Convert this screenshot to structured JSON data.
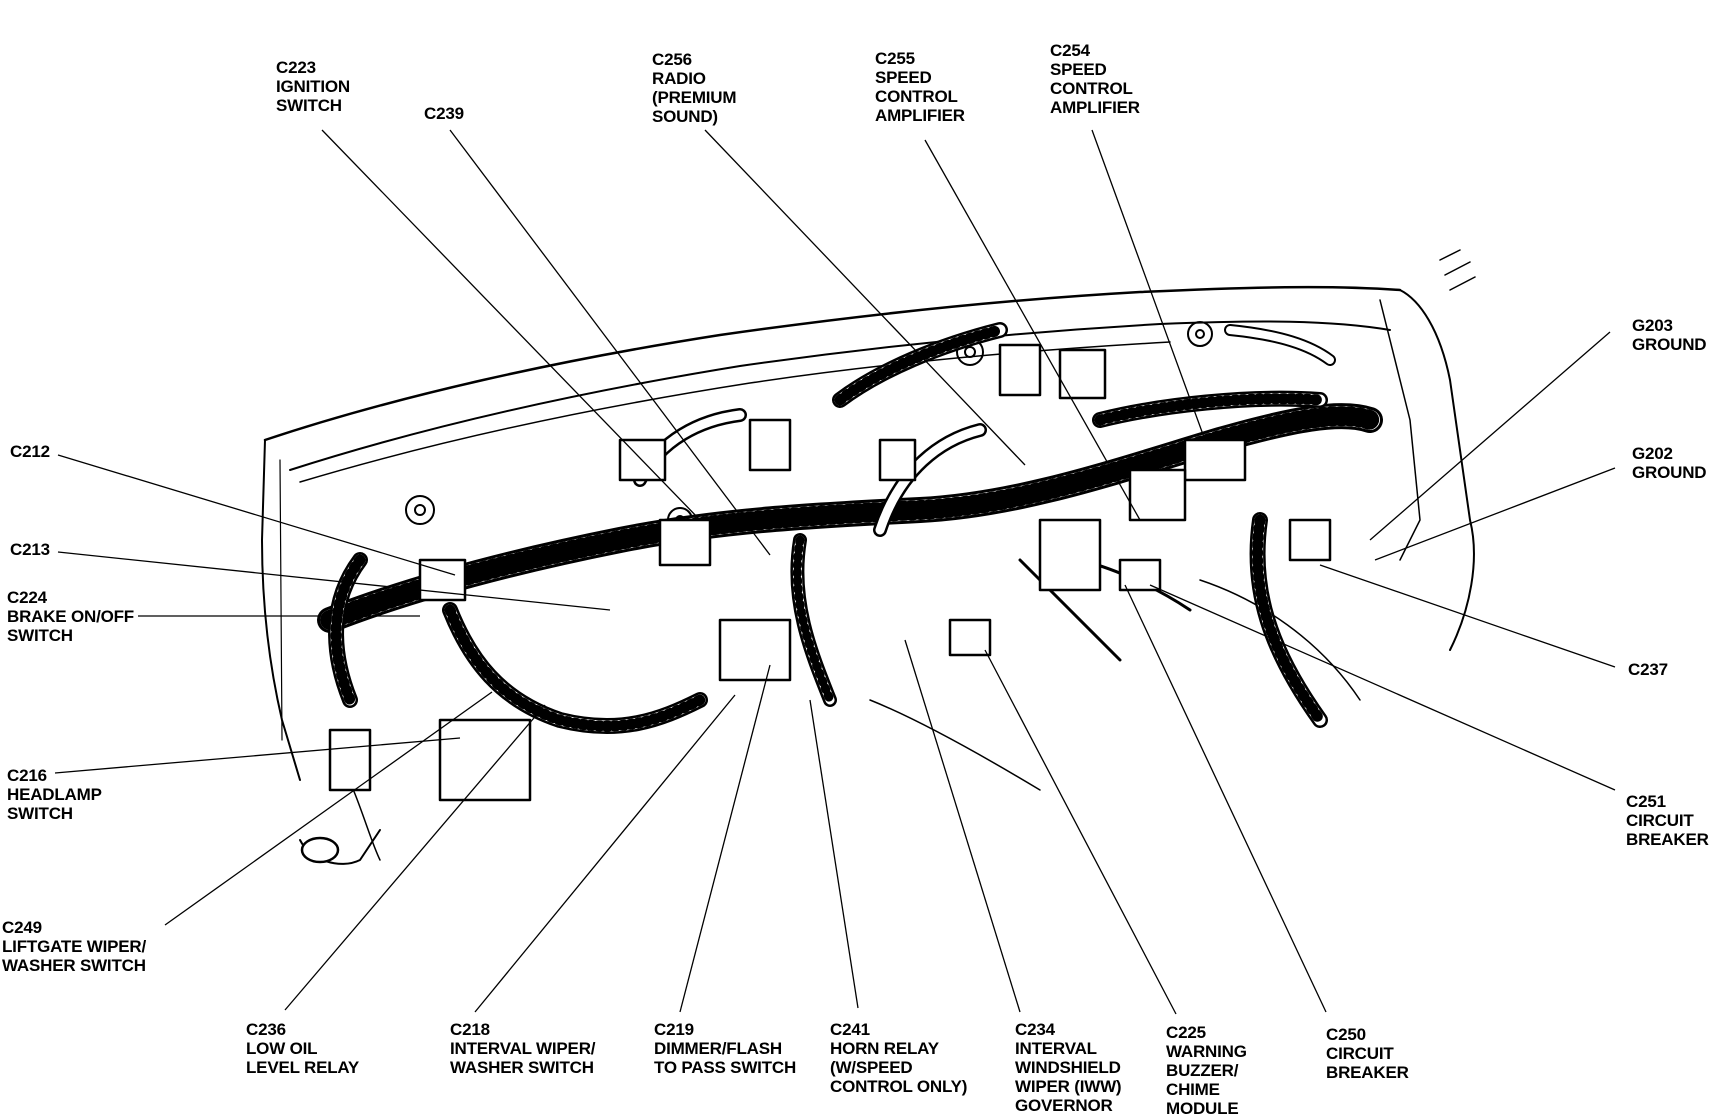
{
  "diagram": {
    "labels": [
      {
        "id": "c223",
        "lines": [
          "C223",
          "IGNITION",
          "SWITCH"
        ]
      },
      {
        "id": "c239",
        "lines": [
          "C239"
        ]
      },
      {
        "id": "c256",
        "lines": [
          "C256",
          "RADIO",
          "(PREMIUM",
          "SOUND)"
        ]
      },
      {
        "id": "c255",
        "lines": [
          "C255",
          "SPEED",
          "CONTROL",
          "AMPLIFIER"
        ]
      },
      {
        "id": "c254",
        "lines": [
          "C254",
          "SPEED",
          "CONTROL",
          "AMPLIFIER"
        ]
      },
      {
        "id": "g203",
        "lines": [
          "G203",
          "GROUND"
        ]
      },
      {
        "id": "g202",
        "lines": [
          "G202",
          "GROUND"
        ]
      },
      {
        "id": "c237",
        "lines": [
          "C237"
        ]
      },
      {
        "id": "c251",
        "lines": [
          "C251",
          "CIRCUIT",
          "BREAKER"
        ]
      },
      {
        "id": "c212",
        "lines": [
          "C212"
        ]
      },
      {
        "id": "c213",
        "lines": [
          "C213"
        ]
      },
      {
        "id": "c224",
        "lines": [
          "C224",
          "BRAKE ON/OFF",
          "SWITCH"
        ]
      },
      {
        "id": "c216",
        "lines": [
          "C216",
          "HEADLAMP",
          "SWITCH"
        ]
      },
      {
        "id": "c249",
        "lines": [
          "C249",
          "LIFTGATE WIPER/",
          "WASHER SWITCH"
        ]
      },
      {
        "id": "c236",
        "lines": [
          "C236",
          "LOW OIL",
          "LEVEL RELAY"
        ]
      },
      {
        "id": "c218",
        "lines": [
          "C218",
          "INTERVAL WIPER/",
          "WASHER SWITCH"
        ]
      },
      {
        "id": "c219",
        "lines": [
          "C219",
          "DIMMER/FLASH",
          "TO PASS SWITCH"
        ]
      },
      {
        "id": "c241",
        "lines": [
          "C241",
          "HORN RELAY",
          "(W/SPEED",
          "CONTROL ONLY)"
        ]
      },
      {
        "id": "c234",
        "lines": [
          "C234",
          "INTERVAL",
          "WINDSHIELD",
          "WIPER (IWW)",
          "GOVERNOR"
        ]
      },
      {
        "id": "c225",
        "lines": [
          "C225",
          "WARNING",
          "BUZZER/",
          "CHIME",
          "MODULE"
        ]
      },
      {
        "id": "c250",
        "lines": [
          "C250",
          "CIRCUIT",
          "BREAKER"
        ]
      }
    ]
  }
}
